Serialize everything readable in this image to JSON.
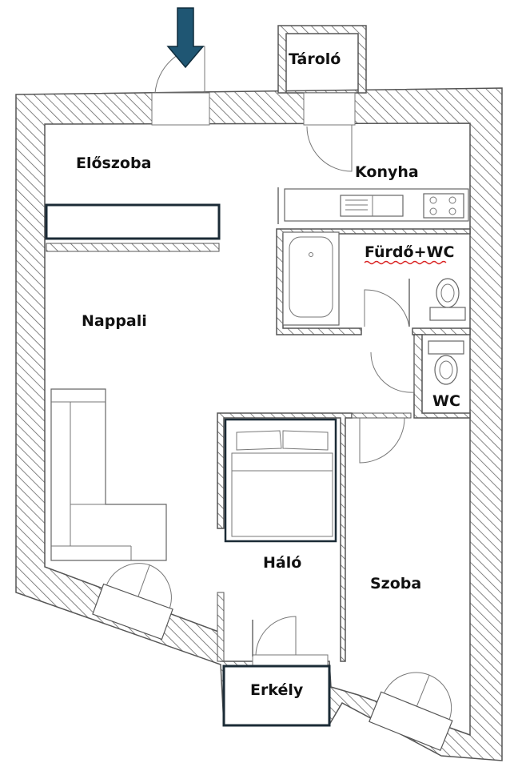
{
  "rooms": {
    "eloszoba": "Előszoba",
    "taroló": "Tároló",
    "konyha": "Konyha",
    "furdo": "Fürdő+WC",
    "nappali": "Nappali",
    "wc": "WC",
    "halo": "Háló",
    "szoba": "Szoba",
    "erkely": "Erkély"
  },
  "colors": {
    "entrance_arrow": "#1f5673",
    "wall_hatch": "#555555",
    "outline": "#1b2b36",
    "spellcheck_underline": "#d92020"
  },
  "icons": {
    "entrance": "arrow-down-icon"
  }
}
